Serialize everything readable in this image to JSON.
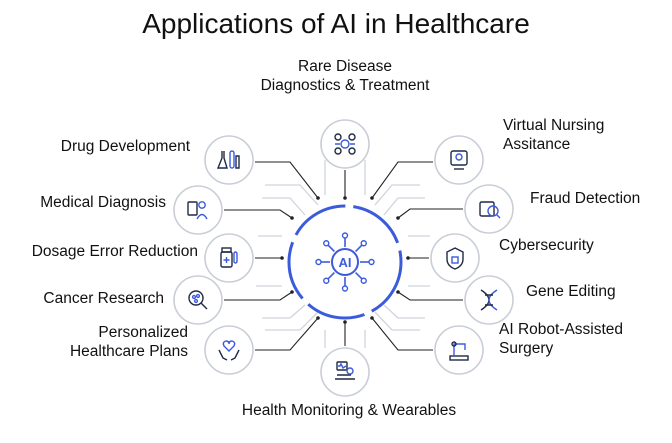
{
  "title": "Applications of AI in Healthcare",
  "hub": {
    "label": "AI",
    "icon": "ai-chip-icon"
  },
  "accent_color": "#3b5bdb",
  "applications": [
    {
      "id": "rare-disease",
      "lines": [
        "Rare Disease",
        "Diagnostics & Treatment"
      ],
      "icon": "diagnostics-icon"
    },
    {
      "id": "virtual-nursing",
      "lines": [
        "Virtual Nursing",
        "Assitance"
      ],
      "icon": "virtual-nurse-icon"
    },
    {
      "id": "fraud-detection",
      "lines": [
        "Fraud Detection"
      ],
      "icon": "fraud-detection-icon"
    },
    {
      "id": "cybersecurity",
      "lines": [
        "Cybersecurity"
      ],
      "icon": "cybersecurity-icon"
    },
    {
      "id": "gene-editing",
      "lines": [
        "Gene Editing"
      ],
      "icon": "dna-icon"
    },
    {
      "id": "robot-surgery",
      "lines": [
        "AI Robot-Assisted",
        "Surgery"
      ],
      "icon": "robot-arm-icon"
    },
    {
      "id": "health-monitoring",
      "lines": [
        "Health Monitoring & Wearables"
      ],
      "icon": "health-monitor-icon"
    },
    {
      "id": "personalized-plans",
      "lines": [
        "Personalized",
        "Healthcare Plans"
      ],
      "icon": "hands-heart-icon"
    },
    {
      "id": "cancer-research",
      "lines": [
        "Cancer Research"
      ],
      "icon": "magnifier-cells-icon"
    },
    {
      "id": "dosage-error",
      "lines": [
        "Dosage Error Reduction"
      ],
      "icon": "medicine-bottle-icon"
    },
    {
      "id": "medical-diagnosis",
      "lines": [
        "Medical Diagnosis"
      ],
      "icon": "doctor-clipboard-icon"
    },
    {
      "id": "drug-development",
      "lines": [
        "Drug Development"
      ],
      "icon": "lab-flasks-icon"
    }
  ]
}
